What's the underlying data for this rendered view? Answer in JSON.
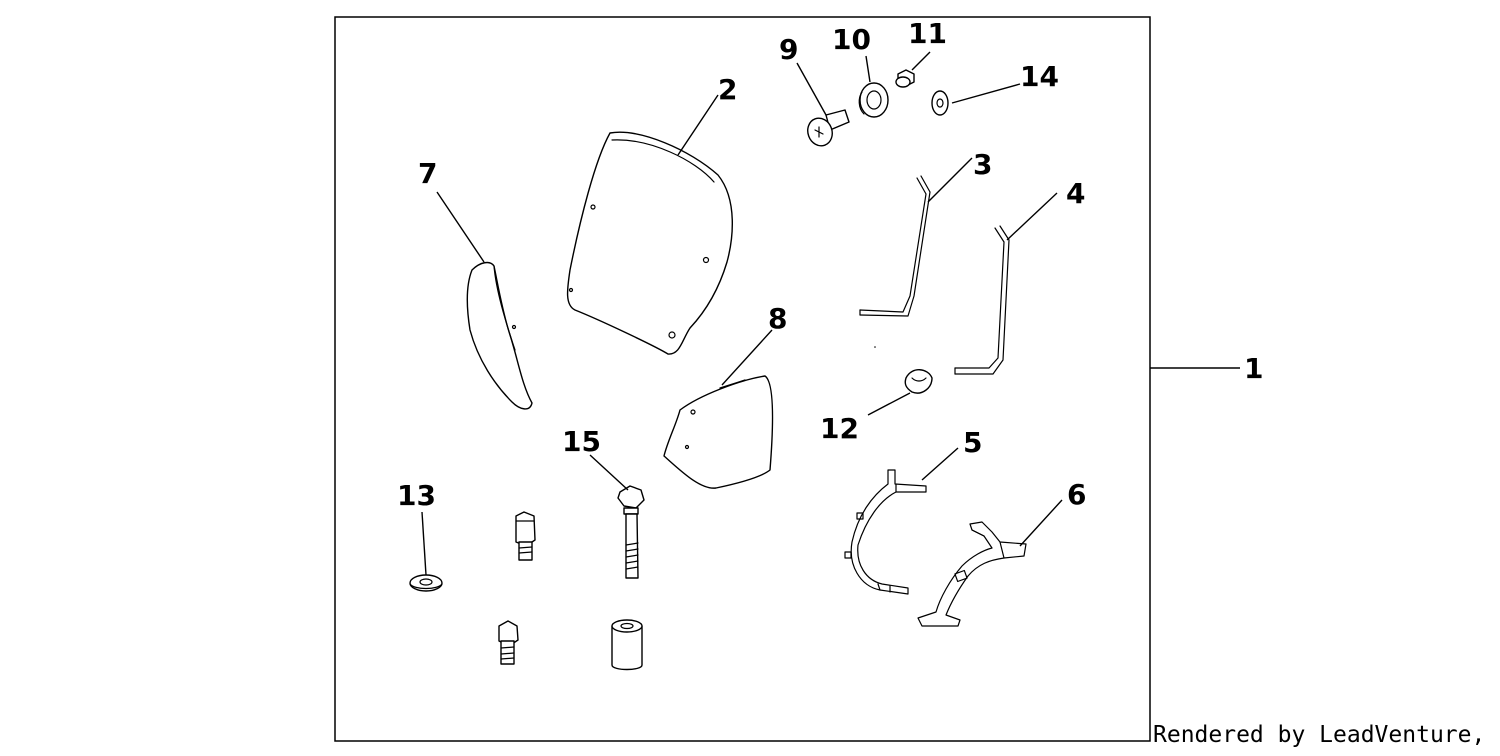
{
  "callouts": {
    "c1": "1",
    "c2": "2",
    "c3": "3",
    "c4": "4",
    "c5": "5",
    "c6": "6",
    "c7": "7",
    "c8": "8",
    "c9": "9",
    "c10": "10",
    "c11": "11",
    "c12": "12",
    "c13": "13",
    "c14": "14",
    "c15": "15"
  },
  "credit": "Rendered by LeadVenture, Inc."
}
